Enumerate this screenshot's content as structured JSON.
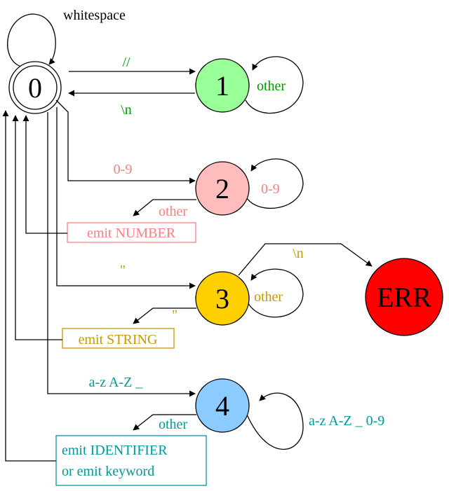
{
  "states": {
    "s0": {
      "label": "0"
    },
    "s1": {
      "label": "1",
      "color": "#99ff99"
    },
    "s2": {
      "label": "2",
      "color": "#ffbcbc"
    },
    "s3": {
      "label": "3",
      "color": "#ffd000"
    },
    "s4": {
      "label": "4",
      "color": "#8ccbff"
    },
    "err": {
      "label": "ERR",
      "color": "#ff0000"
    }
  },
  "transitions": {
    "s0_self": "whitespace",
    "s0_to_s1": "//",
    "s1_to_s0": "\\n",
    "s1_self": "other",
    "s0_to_s2": "0-9",
    "s2_self": "0-9",
    "s2_out": "other",
    "s0_to_s3": "\"",
    "s3_self": "other",
    "s3_out": "\"",
    "s3_to_err": "\\n",
    "s0_to_s4": "a-z A-Z _",
    "s4_self": "a-z A-Z _ 0-9",
    "s4_out": "other"
  },
  "actions": {
    "number": "emit NUMBER",
    "string": "emit STRING",
    "identifier_line1": "emit IDENTIFIER",
    "identifier_line2": "or emit keyword"
  },
  "colors": {
    "green_text": "#009900",
    "pink_text": "#ff8080",
    "gold_text": "#c49a00",
    "teal_text": "#009999"
  }
}
